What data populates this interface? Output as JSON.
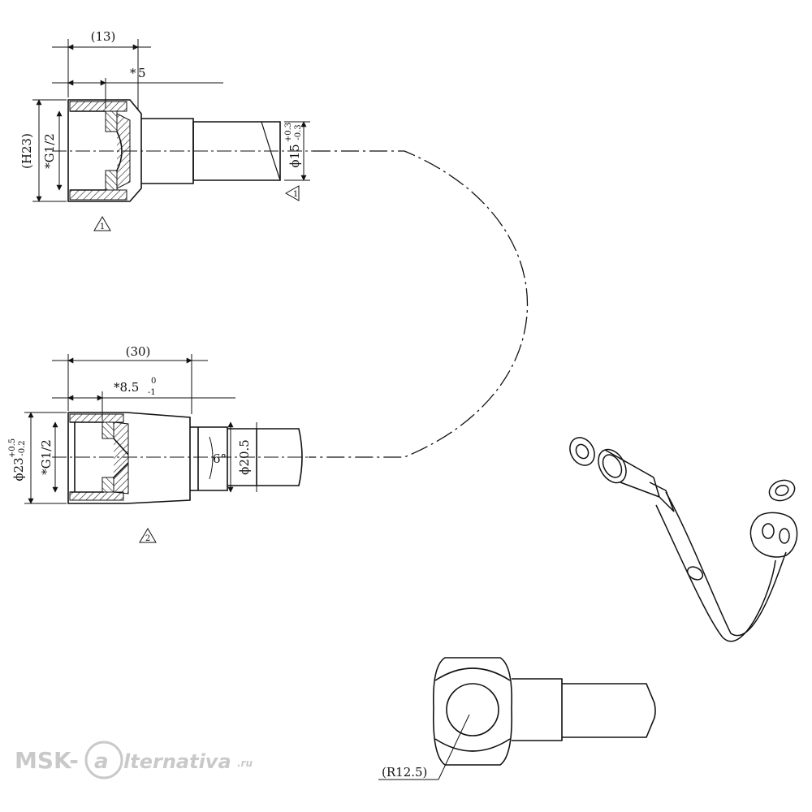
{
  "diagram": {
    "top_fitting": {
      "dim_length": "(13)",
      "dim_depth_prefix": "*",
      "dim_depth": "5",
      "dim_height": "(H23)",
      "dim_thread": "*G1/2",
      "dim_hose_diameter": "ϕ15",
      "dim_hose_tol_upper": "+0.3",
      "dim_hose_tol_lower": "-0.3",
      "marker_1": "1",
      "marker_side": "1"
    },
    "bottom_fitting": {
      "dim_length": "(30)",
      "dim_depth": "*8.5",
      "dim_depth_tol_upper": "0",
      "dim_depth_tol_lower": "-1",
      "dim_outer": "ϕ23",
      "dim_outer_tol_upper": "+0.5",
      "dim_outer_tol_lower": "-0.2",
      "dim_thread": "*G1/2",
      "dim_angle": "6°",
      "dim_inner": "ϕ20.5",
      "marker_2": "2"
    },
    "detail": {
      "radius_label": "(R12.5)"
    }
  },
  "watermark": {
    "left": "MSK-",
    "right": "lternativa",
    "suffix": ".ru",
    "color": "#c9c9c9"
  },
  "colors": {
    "line": "#111111",
    "background": "#ffffff"
  }
}
